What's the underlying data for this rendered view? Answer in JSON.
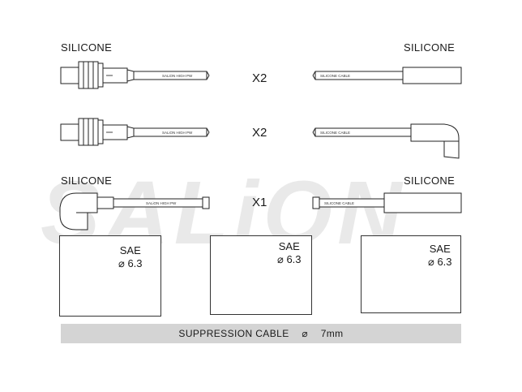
{
  "watermark": "SALiON",
  "labels": {
    "left_top": "SILICONE",
    "right_top": "SILICONE",
    "left_mid": "SILICONE",
    "right_mid": "SILICONE"
  },
  "cables": [
    {
      "quantity": "X2",
      "print_left": "SALiON HIGH PW",
      "print_right": "SILICONE CABLE"
    },
    {
      "quantity": "X2",
      "print_left": "SALiON HIGH PW",
      "print_right": "SILICONE CABLE"
    },
    {
      "quantity": "X1",
      "print_left": "SALiON HIGH PW",
      "print_right": "SILICONE CABLE"
    }
  ],
  "connectors": [
    {
      "standard": "SAE",
      "diameter": "6.3"
    },
    {
      "standard": "SAE",
      "diameter": "6.3"
    },
    {
      "standard": "SAE",
      "diameter": "6.3"
    }
  ],
  "diameter_symbol": "⌀",
  "footer": {
    "label": "SUPPRESSION CABLE",
    "symbol": "⌀",
    "size": "7mm"
  }
}
